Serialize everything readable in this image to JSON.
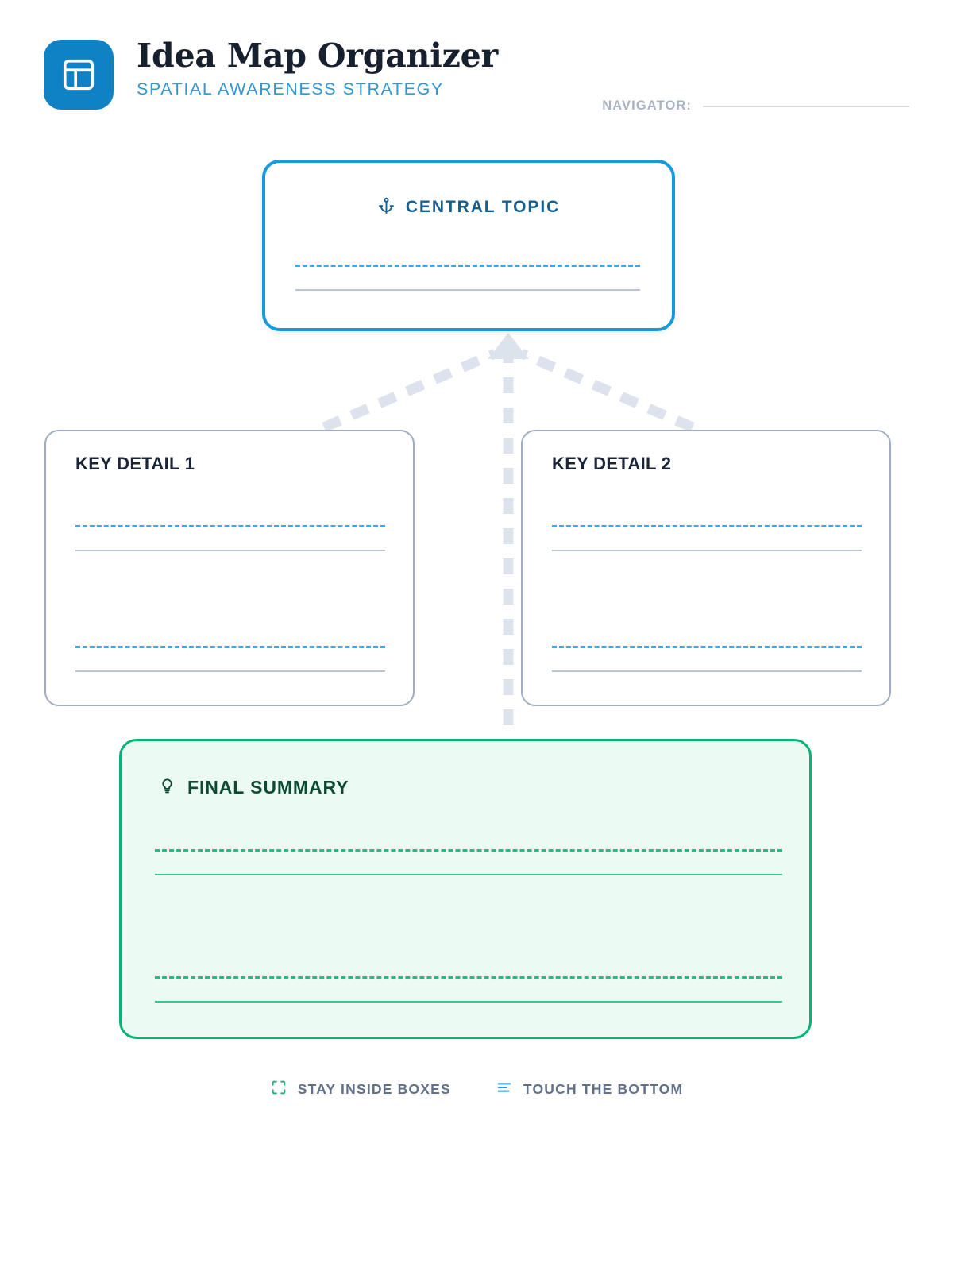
{
  "header": {
    "logo_icon": "layout-dashboard-icon",
    "title": "Idea Map Organizer",
    "subtitle": "SPATIAL AWARENESS STRATEGY",
    "navigator_label": "NAVIGATOR:"
  },
  "central": {
    "icon": "anchor-icon",
    "title": "CENTRAL TOPIC",
    "line_count": 1
  },
  "details": [
    {
      "title": "KEY DETAIL 1",
      "line_count": 2
    },
    {
      "title": "KEY DETAIL 2",
      "line_count": 2
    }
  ],
  "summary": {
    "icon": "lightbulb-icon",
    "title": "FINAL SUMMARY",
    "line_count": 2
  },
  "tips": [
    {
      "icon": "crop-brackets-icon",
      "label": "STAY INSIDE BOXES"
    },
    {
      "icon": "align-lines-icon",
      "label": "TOUCH THE BOTTOM"
    }
  ],
  "colors": {
    "brand_blue": "#0f82c6",
    "accent_blue": "#179bdf",
    "dashed_blue": "#2ab0ee",
    "deep_blue": "#175f91",
    "title_dark": "#16202e",
    "card_border_gray": "#9facc1",
    "solid_line_gray": "#b9c3d2",
    "summary_green": "#06b474",
    "summary_bg": "#ebfaf2",
    "summary_text": "#0d4a34",
    "connector_gray": "#dde3ec",
    "tip_text": "#60718c",
    "navigator_gray": "#a7b2c4"
  }
}
